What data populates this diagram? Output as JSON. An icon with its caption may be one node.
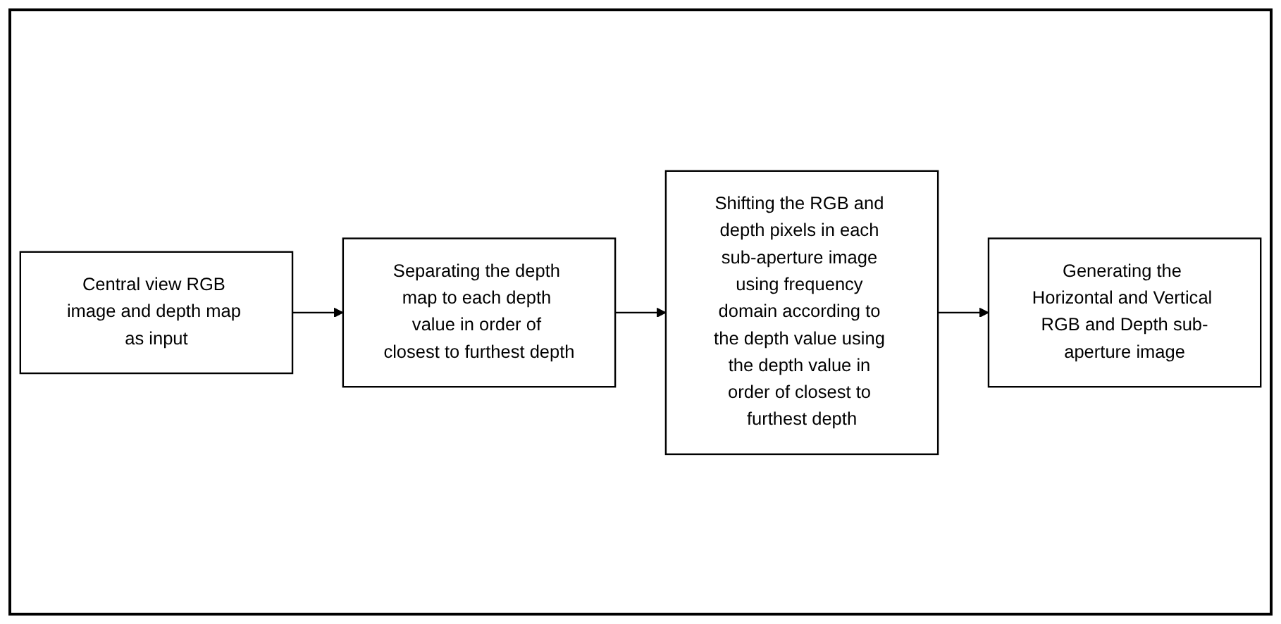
{
  "diagram": {
    "nodes": [
      {
        "text": [
          "Central view RGB image and depth map as input"
        ]
      },
      {
        "text": [
          "Separating the depth map to each depth value in order of closest to furthest depth"
        ]
      },
      {
        "text": [
          "Shifting the RGB and depth pixels in each sub-aperture image using frequency domain according to the depth value using the depth value in order of closest to furthest depth"
        ]
      },
      {
        "text": [
          "Generating the Horizontal and Vertical RGB and Depth sub-aperture image"
        ]
      }
    ],
    "edges": [
      {
        "from": 0,
        "to": 1,
        "arrow": "to"
      },
      {
        "from": 1,
        "to": 2,
        "arrow": "to"
      },
      {
        "from": 2,
        "to": 3,
        "arrow": "to"
      }
    ]
  }
}
